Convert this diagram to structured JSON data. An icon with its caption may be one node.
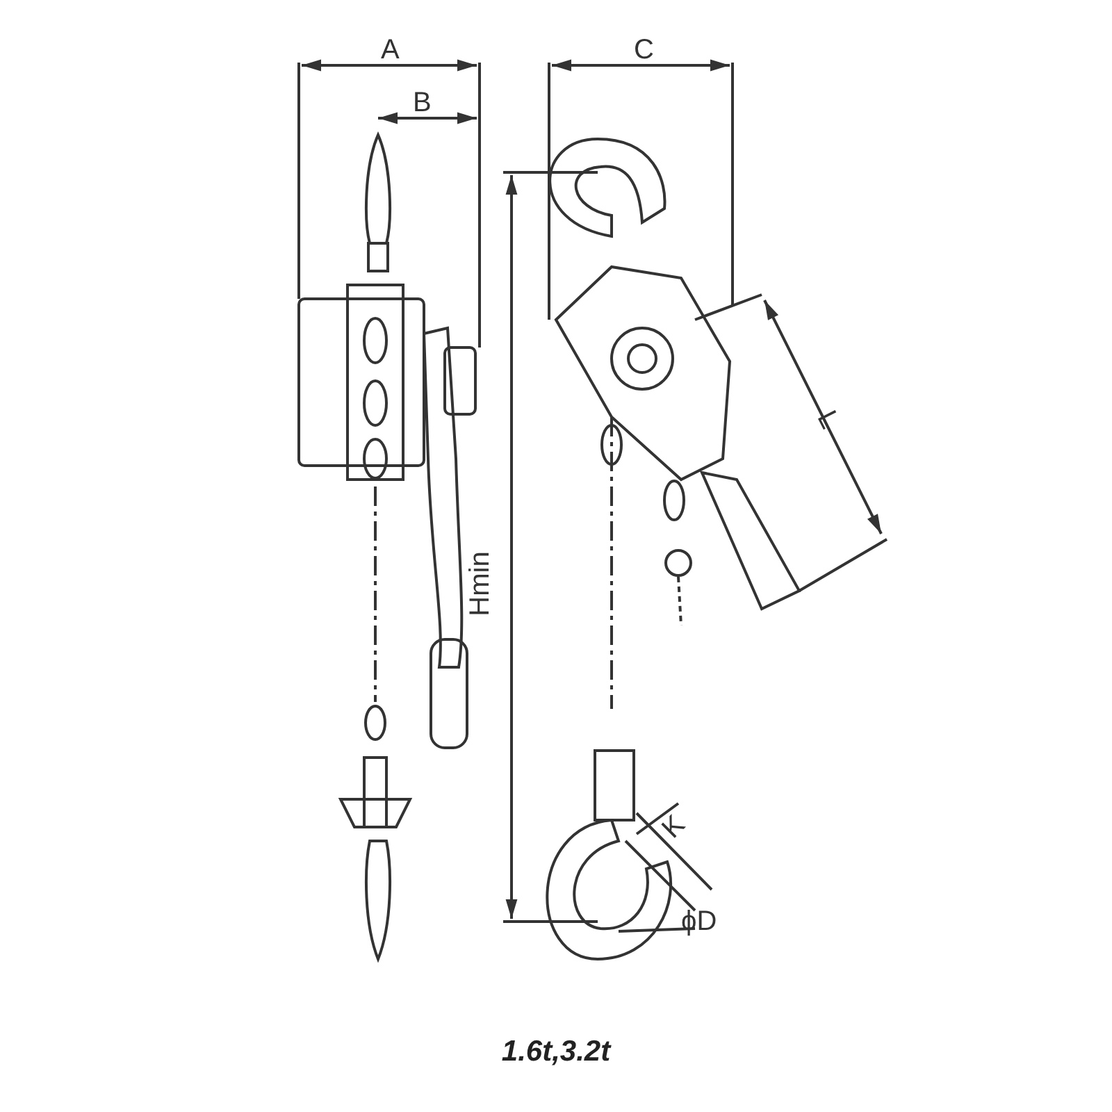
{
  "diagram": {
    "caption": "1.6t,3.2t",
    "labels": [
      "A",
      "B",
      "C",
      "L",
      "Hmin",
      "K",
      "ϕD"
    ]
  }
}
